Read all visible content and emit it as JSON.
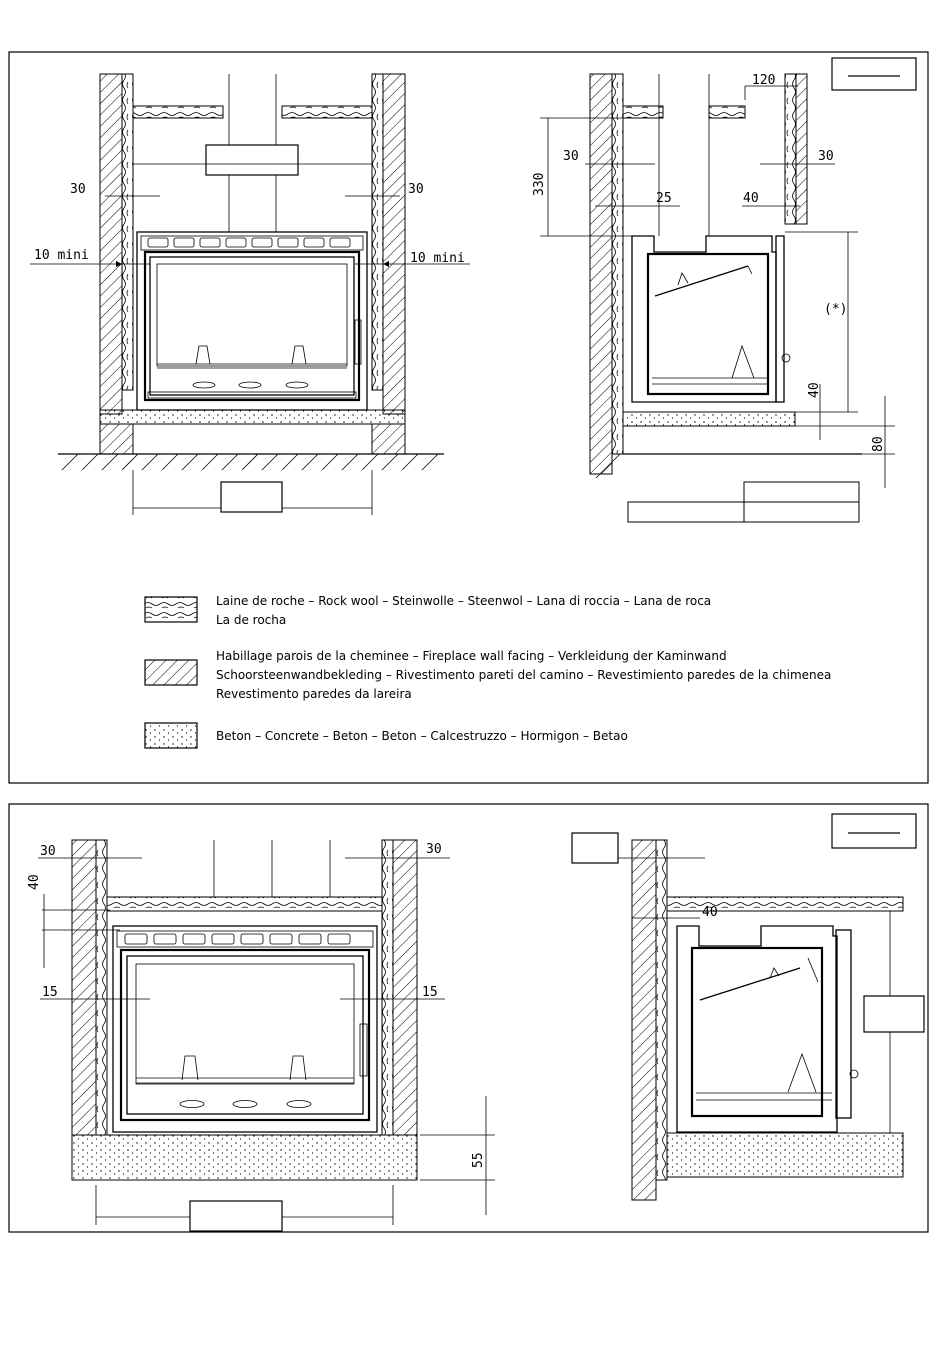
{
  "top_panel": {
    "front_view": {
      "dim_left_30": "30",
      "dim_right_30": "30",
      "dim_left_10": "10 mini",
      "dim_right_10": "10 mini"
    },
    "side_view": {
      "dim_120": "120",
      "dim_330": "330",
      "dim_30_left": "30",
      "dim_30_right": "30",
      "dim_25": "25",
      "dim_40_top": "40",
      "dim_star": "(*)",
      "dim_40_bottom": "40",
      "dim_80": "80"
    }
  },
  "legend": {
    "rockwool_line1": "Laine de roche  –  Rock wool  –  Steinwolle  –  Steenwol  –  Lana di roccia  –  Lana de roca",
    "rockwool_line2": "La de rocha",
    "wall_line1": "Habillage parois de la cheminee  –  Fireplace wall facing  –  Verkleidung der Kaminwand",
    "wall_line2": "Schoorsteenwandbekleding  –  Rivestimento pareti del camino  –  Revestimiento paredes de la chimenea",
    "wall_line3": "Revestimento paredes da lareira",
    "concrete_line1": "Beton  –  Concrete  –  Beton  –  Beton  –  Calcestruzzo  –  Hormigon  –  Betao"
  },
  "bottom_panel": {
    "front_view": {
      "dim_left_30": "30",
      "dim_right_30": "30",
      "dim_40": "40",
      "dim_left_15": "15",
      "dim_right_15": "15",
      "dim_55": "55"
    },
    "side_view": {
      "dim_40": "40"
    }
  },
  "colors": {
    "line": "#000000",
    "background": "#ffffff"
  }
}
